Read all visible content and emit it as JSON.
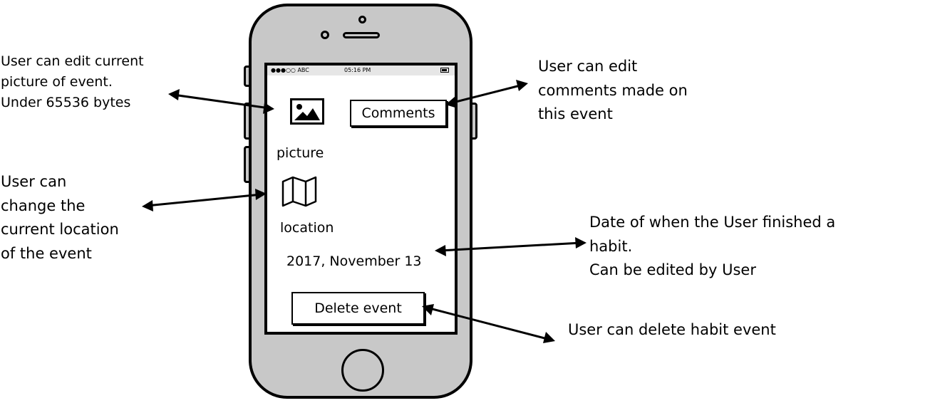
{
  "screen": {
    "status_bar": {
      "carrier": "●●●○○ ABC",
      "time": "05:16 PM"
    },
    "icons": {
      "picture": "image-icon",
      "location": "map-icon"
    },
    "picture_label": "picture",
    "location_label": "location",
    "comments_button": "Comments",
    "date": "2017, November 13",
    "delete_button": "Delete event"
  },
  "annotations": {
    "picture": [
      "User can edit current",
      "picture of event.",
      "Under 65536 bytes"
    ],
    "location": [
      "User can",
      "change the",
      "current location",
      "of the event"
    ],
    "comments": [
      "User can edit",
      "comments made on",
      "this event"
    ],
    "date": [
      "Date of when the User finished a",
      "habit.",
      "Can be edited by User"
    ],
    "delete": "User can delete habit event"
  },
  "colors": {
    "device_body": "#c8c8c8",
    "outline": "#000000",
    "screen": "#ffffff"
  }
}
